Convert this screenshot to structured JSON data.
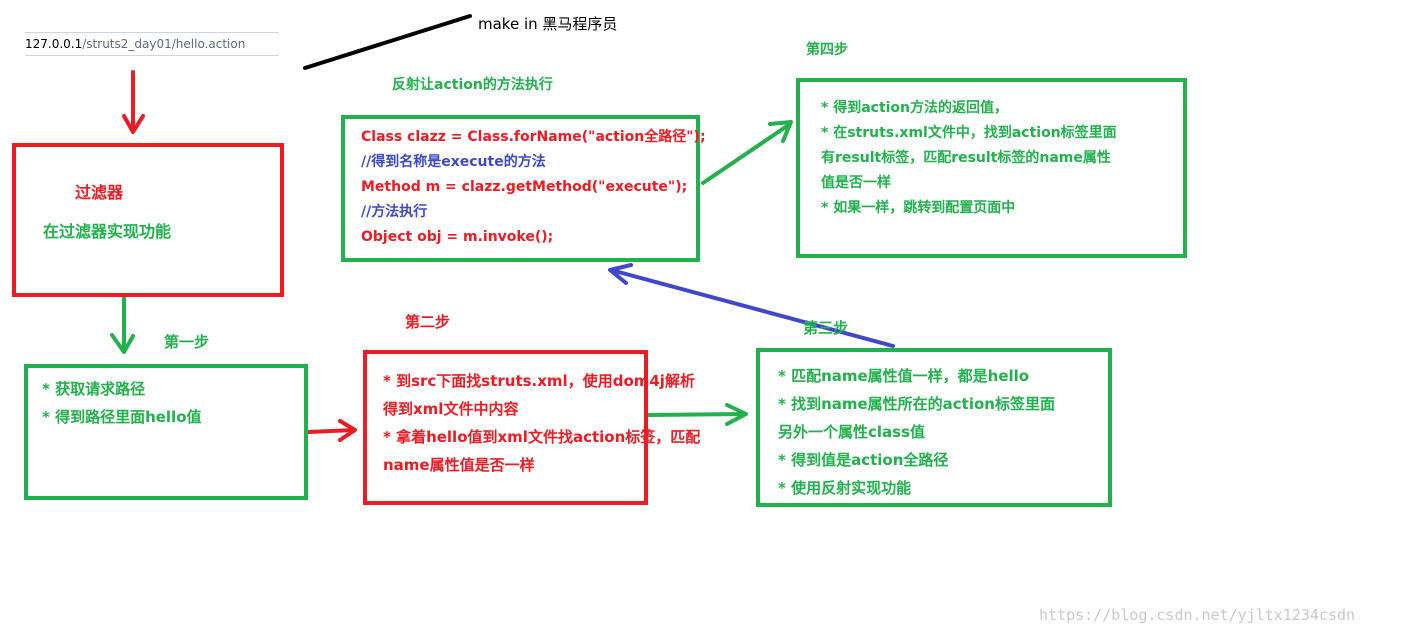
{
  "header": {
    "url_host": "127.0.0.1",
    "url_path": "/struts2_day01/hello.action",
    "make_label": "make in 黑马程序员"
  },
  "filter": {
    "title": "过滤器",
    "subtitle": "在过滤器实现功能"
  },
  "step1": {
    "label": "第一步",
    "lines": [
      "* 获取请求路径",
      "* 得到路径里面hello值"
    ]
  },
  "step2": {
    "label": "第二步",
    "lines": [
      "* 到src下面找struts.xml，使用dom4j解析",
      "得到xml文件中内容",
      "* 拿着hello值到xml文件找action标签，匹配",
      "name属性值是否一样"
    ]
  },
  "step3": {
    "label": "第三步",
    "lines": [
      "* 匹配name属性值一样，都是hello",
      "* 找到name属性所在的action标签里面",
      "另外一个属性class值",
      "* 得到值是action全路径",
      "* 使用反射实现功能"
    ]
  },
  "reflection": {
    "caption": "反射让action的方法执行",
    "code": [
      {
        "text": "Class clazz = Class.forName(\"action全路径\");",
        "kind": "code"
      },
      {
        "text": "//得到名称是execute的方法",
        "kind": "comment"
      },
      {
        "text": "Method m = clazz.getMethod(\"execute\");",
        "kind": "code"
      },
      {
        "text": "//方法执行",
        "kind": "comment"
      },
      {
        "text": "Object obj = m.invoke();",
        "kind": "code"
      }
    ]
  },
  "step4": {
    "label": "第四步",
    "lines": [
      "* 得到action方法的返回值，",
      "* 在struts.xml文件中，找到action标签里面",
      "有result标签，匹配result标签的name属性",
      "值是否一样",
      "* 如果一样，跳转到配置页面中"
    ]
  },
  "watermark": "https://blog.csdn.net/yjltx1234csdn",
  "colors": {
    "green": "#22b14c",
    "red": "#ed1c24",
    "blue": "#3f48cc",
    "black": "#000000"
  }
}
